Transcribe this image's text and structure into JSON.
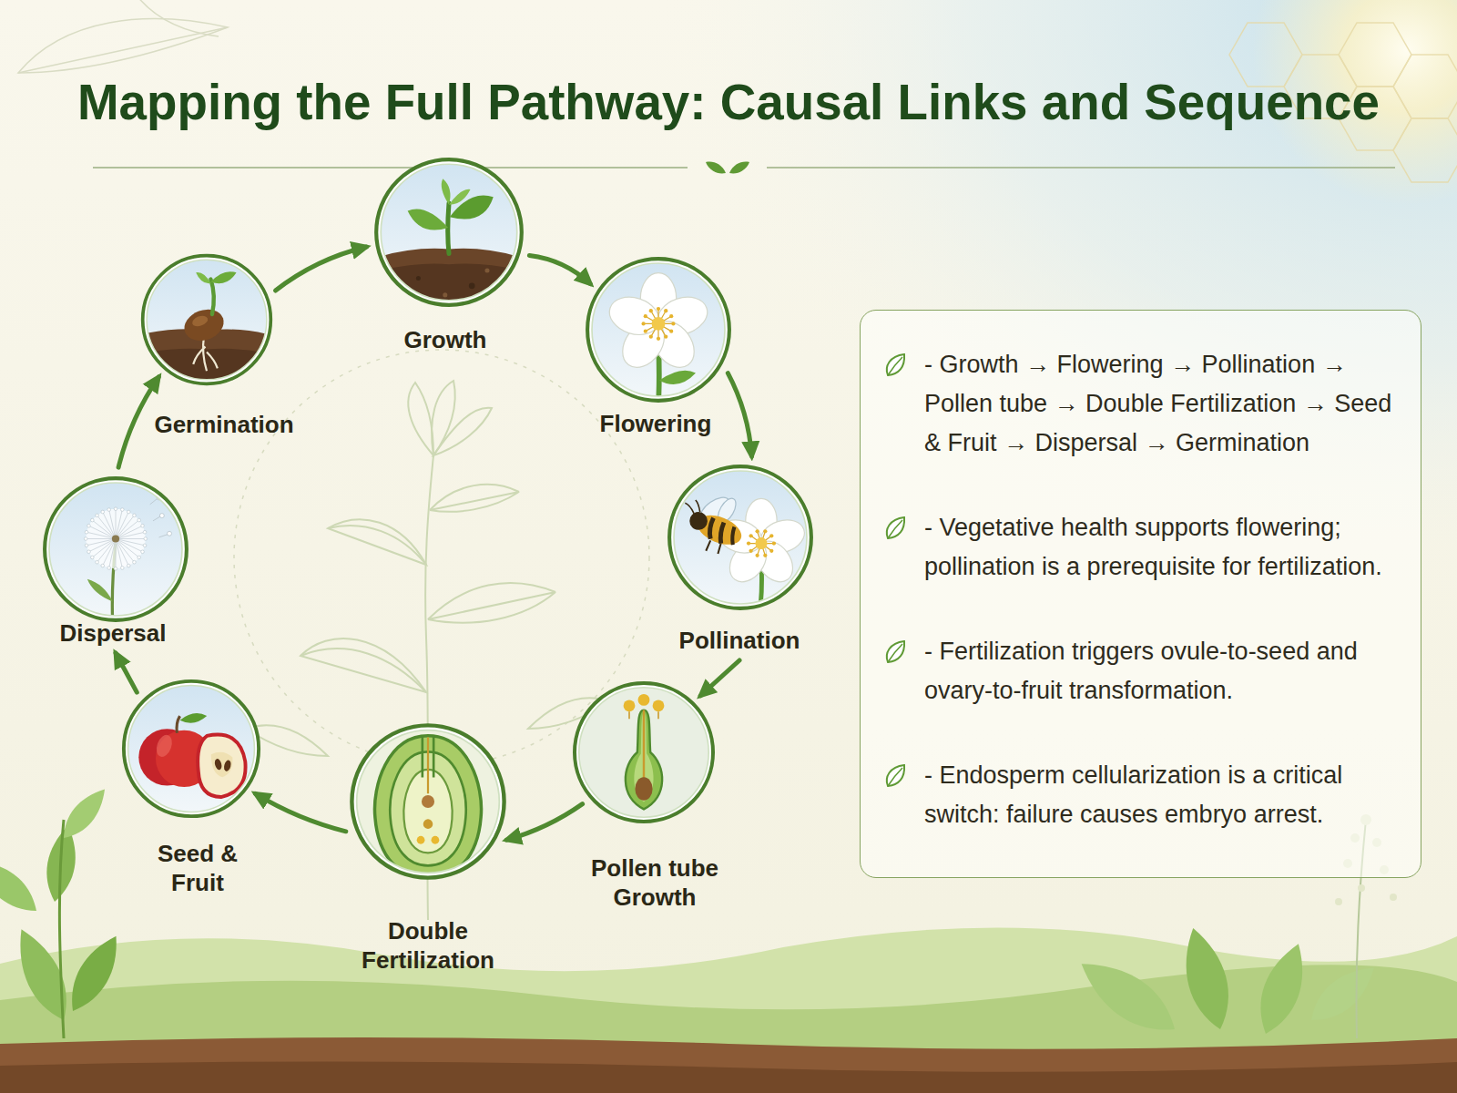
{
  "diagram": {
    "title": "Mapping the Full Pathway: Causal Links and Sequence",
    "nodes": [
      {
        "text": [
          "Growth"
        ]
      },
      {
        "text": [
          "Flowering"
        ]
      },
      {
        "text": [
          "Pollination"
        ]
      },
      {
        "text": [
          "Pollen tube Growth"
        ]
      },
      {
        "text": [
          "Double Fertilization"
        ]
      },
      {
        "text": [
          "Seed & Fruit"
        ]
      },
      {
        "text": [
          "Dispersal"
        ]
      },
      {
        "text": [
          "Germination"
        ]
      },
      {
        "text": [
          "- Growth → Flowering → Pollination → Pollen tube → Double Fertilization → Seed & Fruit → Dispersal → Germination",
          "- Vegetative health supports flowering; pollination is a prerequisite for fertilization.",
          "- Fertilization triggers ovule-to-seed and ovary-to-fruit transformation.",
          "- Endosperm cellularization is a critical switch: failure causes embryo arrest."
        ]
      }
    ],
    "edges": [
      {
        "from": 0,
        "to": 1,
        "arrow": "to"
      },
      {
        "from": 1,
        "to": 2,
        "arrow": "to"
      },
      {
        "from": 2,
        "to": 3,
        "arrow": "to"
      },
      {
        "from": 3,
        "to": 4,
        "arrow": "to"
      },
      {
        "from": 4,
        "to": 5,
        "arrow": "to"
      },
      {
        "from": 5,
        "to": 6,
        "arrow": "to"
      },
      {
        "from": 6,
        "to": 7,
        "arrow": "to"
      },
      {
        "from": 7,
        "to": 0,
        "arrow": "to"
      }
    ]
  }
}
